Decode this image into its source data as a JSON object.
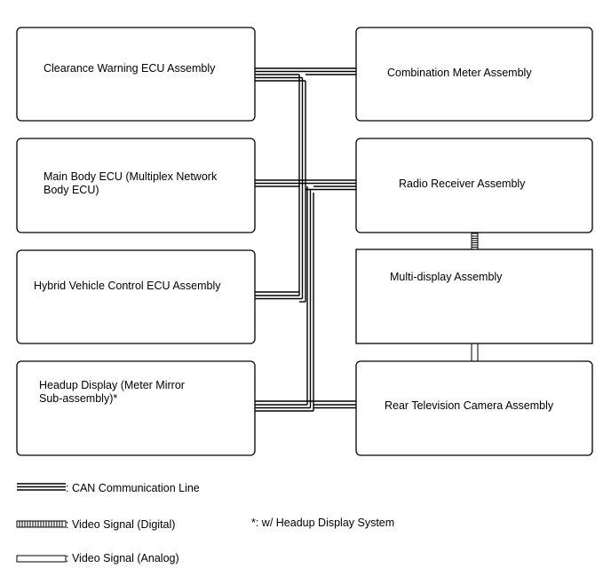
{
  "boxes": {
    "clearance_warning": "Clearance Warning ECU Assembly",
    "main_body": [
      "Main Body ECU (Multiplex Network",
      "Body ECU)"
    ],
    "hybrid_vehicle": "Hybrid Vehicle Control ECU Assembly",
    "headup_display": [
      "Headup Display (Meter Mirror",
      "Sub-assembly)*"
    ],
    "combination_meter": "Combination Meter Assembly",
    "radio_receiver": "Radio Receiver Assembly",
    "multi_display": "Multi-display Assembly",
    "rear_camera": "Rear Television Camera Assembly"
  },
  "legend": {
    "can": ": CAN Communication Line",
    "video_digital": ": Video Signal (Digital)",
    "video_analog": ": Video Signal (Analog)",
    "footnote": "*: w/ Headup Display System"
  }
}
